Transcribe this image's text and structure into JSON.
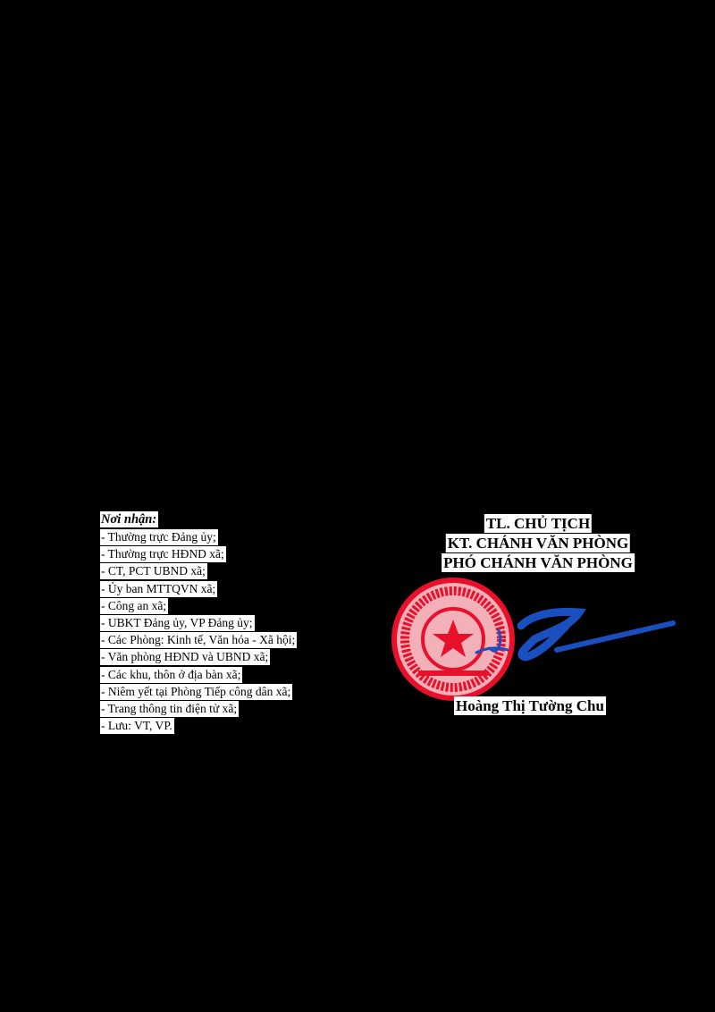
{
  "recipients": {
    "title": "Nơi nhận:",
    "items": [
      "- Thường trực Đảng ủy;",
      "- Thường trực HĐND xã;",
      "- CT, PCT UBND xã;",
      "- Ủy ban MTTQVN xã;",
      "- Công an xã;",
      "- UBKT Đảng ủy, VP Đảng ủy;",
      "- Các Phòng: Kinh tế, Văn hóa - Xã hội;",
      "- Văn phòng HĐND và UBND xã;",
      "- Các khu, thôn ở địa bàn xã;",
      "- Niêm yết tại Phòng Tiếp công dân xã;",
      "- Trang thông tin điện tử xã;",
      "- Lưu: VT, VP."
    ]
  },
  "signature_block": {
    "line1": "TL. CHỦ TỊCH",
    "line2": "KT. CHÁNH VĂN PHÒNG",
    "line3": "PHÓ CHÁNH VĂN PHÒNG",
    "signer": "Hoàng Thị Tường Chu"
  },
  "colors": {
    "stamp": "#e8102a",
    "signature": "#1a4fc0"
  }
}
